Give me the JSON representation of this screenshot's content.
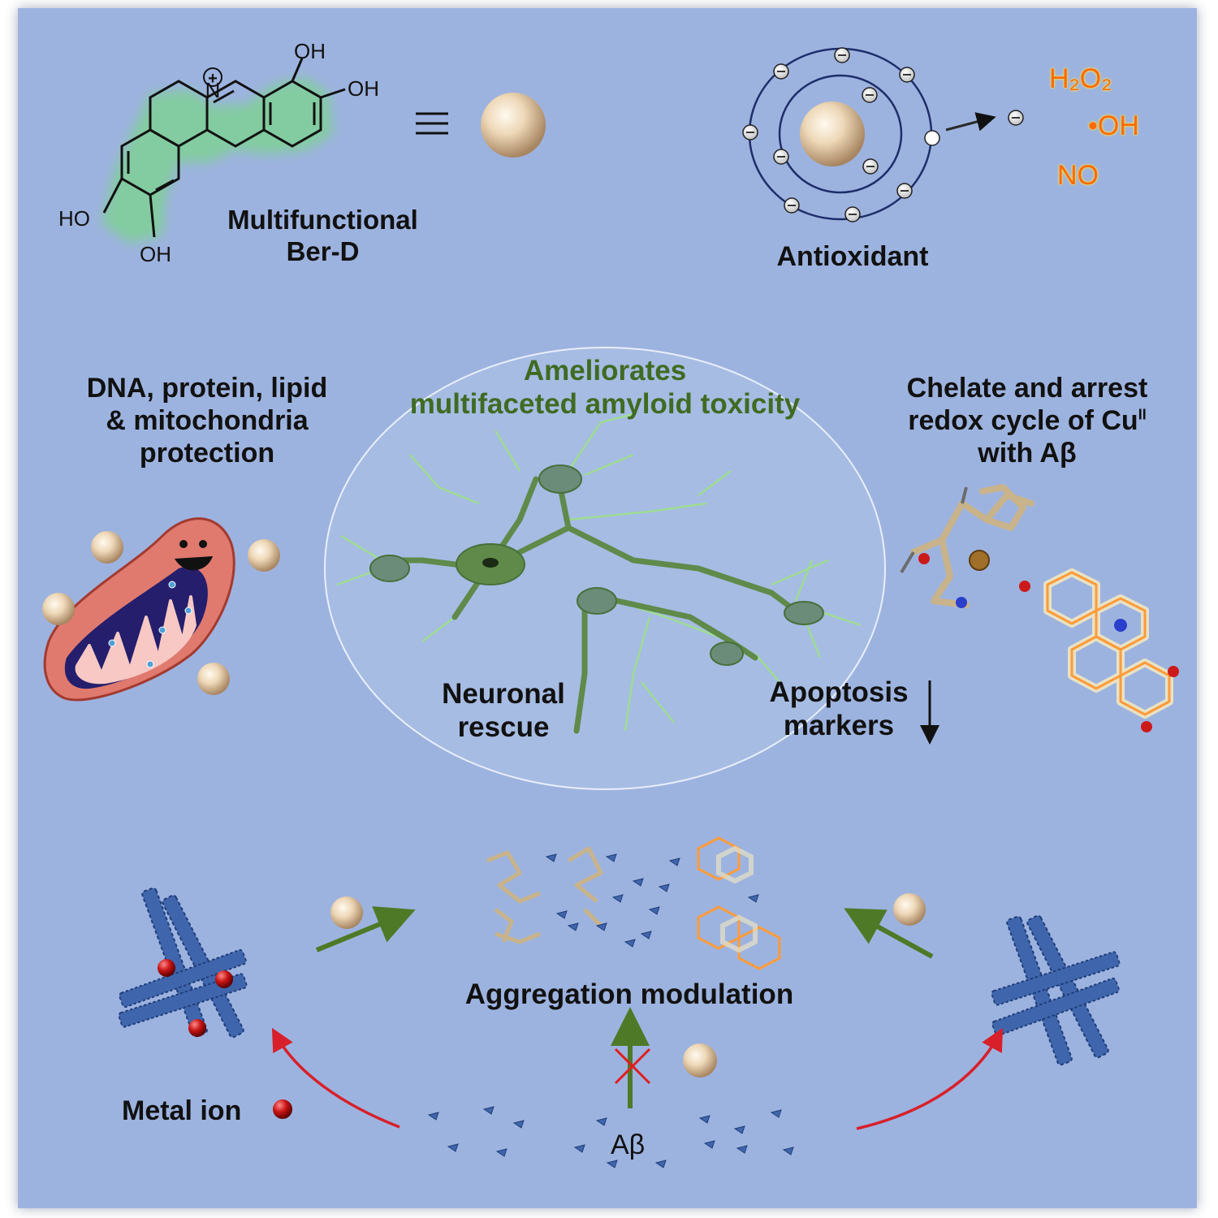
{
  "ber_d": {
    "atom_N": "N",
    "charge": "+",
    "oh_top": "OH",
    "oh_right": "OH",
    "ho_left": "HO",
    "oh_bottom": "OH",
    "equiv_symbol": "≡",
    "label": "Multifunctional\nBer-D"
  },
  "antioxidant": {
    "label": "Antioxidant",
    "species": [
      "H₂O₂",
      "•OH",
      "NO"
    ]
  },
  "left_panel": {
    "label": "DNA, protein, lipid\n& mitochondria\nprotection"
  },
  "center": {
    "title": "Ameliorates\nmultifaceted amyloid toxicity",
    "neuronal_label": "Neuronal\nrescue",
    "apoptosis_label": "Apoptosis\nmarkers"
  },
  "right_panel": {
    "label_line1": "Chelate and arrest",
    "label_line2_main": "redox cycle of Cu",
    "label_line2_sup": "II",
    "label_line3": "with Aβ"
  },
  "bottom": {
    "aggregation_label": "Aggregation modulation",
    "metal_ion_label": "Metal ion",
    "abeta_label": "Aβ"
  },
  "colors": {
    "background": "#9db3df",
    "green_text": "#3f6b22",
    "orange_text": "#ff6a00",
    "arrow_green": "#4e7a28",
    "arrow_red": "#d8202a"
  }
}
